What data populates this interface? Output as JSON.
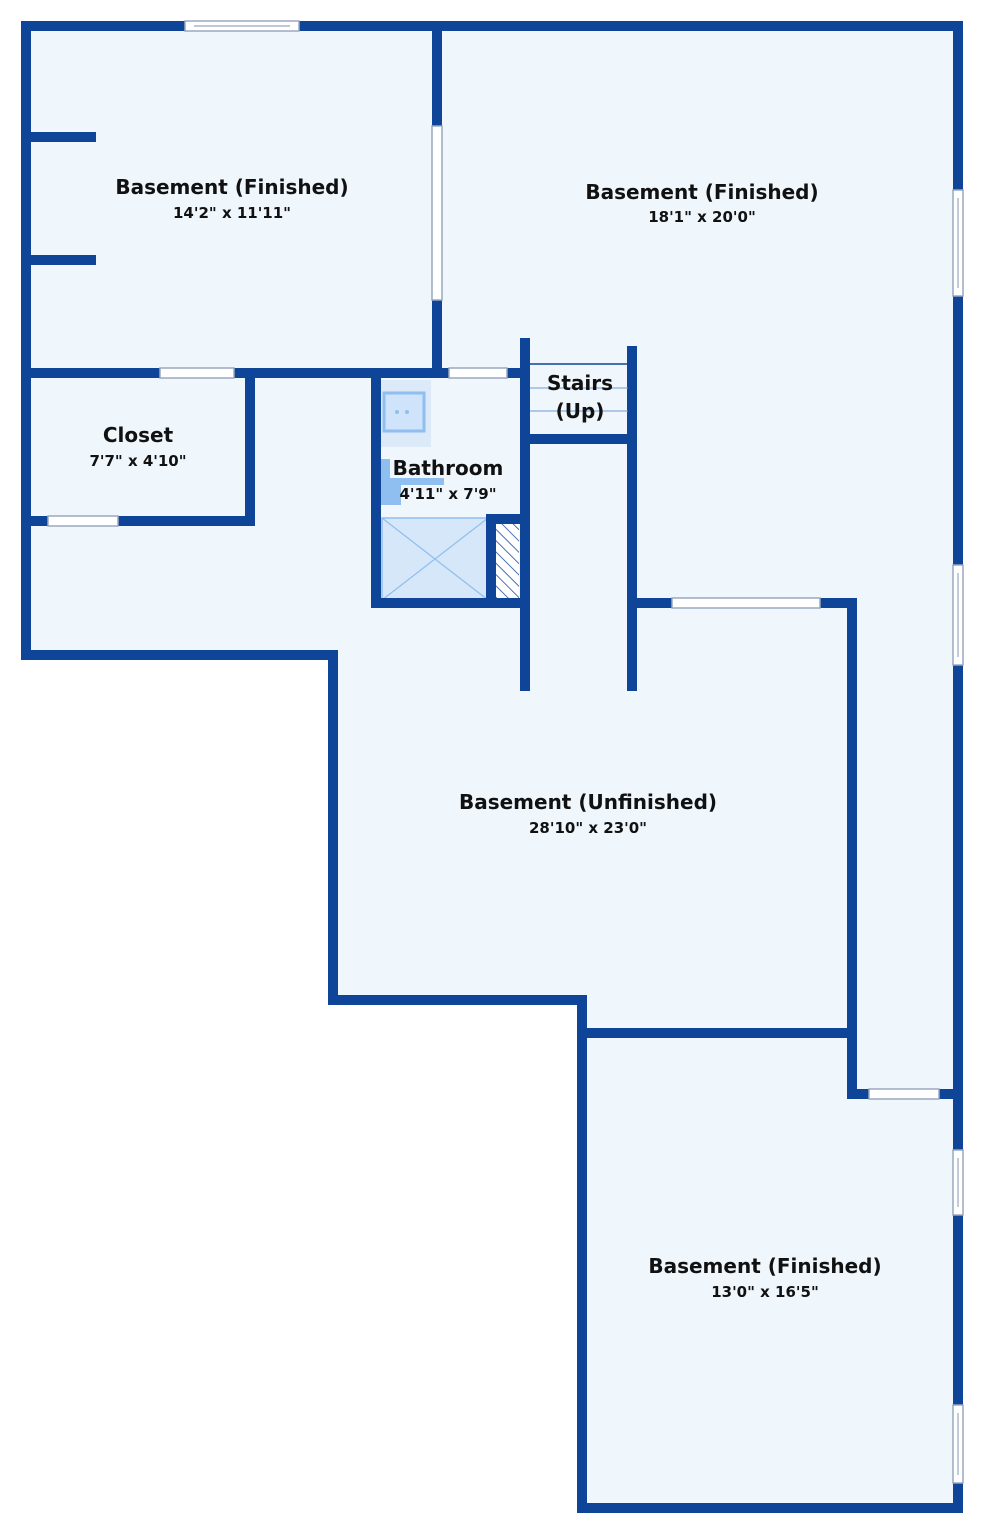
{
  "colors": {
    "wall": "#0f4598",
    "floor": "#eff7fd",
    "fixture": "#cfe3fa",
    "fixture_stroke": "#8fbff0",
    "background": "#ffffff"
  },
  "rooms": [
    {
      "name": "Basement (Finished)",
      "dims": "14'2\" x 11'11\""
    },
    {
      "name": "Basement (Finished)",
      "dims": "18'1\" x 20'0\""
    },
    {
      "name": "Closet",
      "dims": "7'7\" x 4'10\""
    },
    {
      "name": "Bathroom",
      "dims": "4'11\" x 7'9\""
    },
    {
      "name": "Stairs",
      "dims": "(Up)"
    },
    {
      "name": "Basement (Unfinished)",
      "dims": "28'10\" x 23'0\""
    },
    {
      "name": "Basement (Finished)",
      "dims": "13'0\" x 16'5\""
    }
  ]
}
